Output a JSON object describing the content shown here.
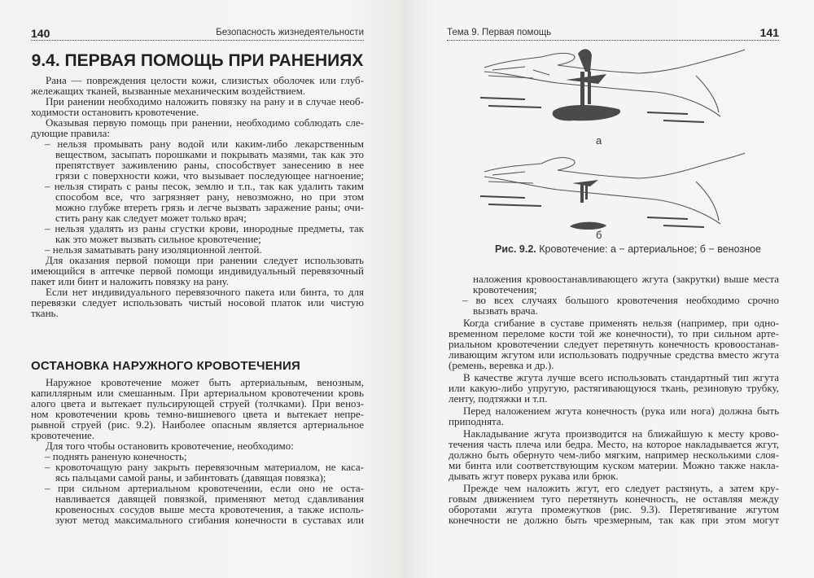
{
  "left_page": {
    "page_number": "140",
    "running_head": "Безопасность жизнедеятельности",
    "section_title": "9.4. ПЕРВАЯ ПОМОЩЬ ПРИ РАНЕНИЯХ",
    "block1": [
      {
        "t": "Рана — повреждения целости кожи, слизистых оболочек или глуб-",
        "k": "i"
      },
      {
        "t": "жележащих тканей, вызванные механическим воздействием.",
        "k": "n",
        "last": true
      },
      {
        "t": "При ранении необходимо наложить повязку на рану и в случае необ-",
        "k": "i"
      },
      {
        "t": "ходимости остановить кровотечение.",
        "k": "n",
        "last": true
      },
      {
        "t": "Оказывая первую помощь при ранении, необходимо соблюдать сле-",
        "k": "i"
      },
      {
        "t": "дующие правила:",
        "k": "n",
        "last": true
      },
      {
        "t": "– нельзя промывать рану водой или каким-либо лекарственным",
        "k": "d"
      },
      {
        "t": "веществом, засыпать порошками и покрывать мазями, так как это",
        "k": "h"
      },
      {
        "t": "препятствует заживлению раны, способствует занесению в нее",
        "k": "h"
      },
      {
        "t": "грязи с поверхности кожи, что вызывает последующее нагноение;",
        "k": "h"
      },
      {
        "t": "– нельзя стирать с раны песок, землю и т.п., так как удалить таким",
        "k": "d"
      },
      {
        "t": "способом все, что загрязняет рану, невозможно, но при этом",
        "k": "h"
      },
      {
        "t": "можно глубже втереть грязь и легче вызвать заражение раны; очи-",
        "k": "h"
      },
      {
        "t": "стить рану как следует может только врач;",
        "k": "h",
        "last": true
      },
      {
        "t": "– нельзя удалять из раны сгустки крови, инородные предметы, так",
        "k": "d"
      },
      {
        "t": "как это может вызвать сильное кровотечение;",
        "k": "h",
        "last": true
      },
      {
        "t": "– нельзя заматывать рану изоляционной лентой.",
        "k": "d",
        "last": true
      },
      {
        "t": "Для оказания первой помощи при ранении следует использовать",
        "k": "i"
      },
      {
        "t": "имеющийся в аптечке первой помощи индивидуальный перевязочный",
        "k": "n"
      },
      {
        "t": "пакет или бинт и наложить повязку на рану.",
        "k": "n",
        "last": true
      },
      {
        "t": "Если нет индивидуального перевязочного пакета или бинта, то для",
        "k": "i"
      },
      {
        "t": "перевязки следует использовать чистый носовой платок или чистую",
        "k": "n"
      },
      {
        "t": "ткань.",
        "k": "n",
        "last": true
      }
    ],
    "subsection_title": "ОСТАНОВКА НАРУЖНОГО КРОВОТЕЧЕНИЯ",
    "block2": [
      {
        "t": "Наружное кровотечение может быть артериальным, венозным,",
        "k": "i"
      },
      {
        "t": "капиллярным или смешанным. При артериальном кровотечении кровь",
        "k": "n"
      },
      {
        "t": "алого цвета и вытекает пульсирующей струей (толчками). При веноз-",
        "k": "n"
      },
      {
        "t": "ном кровотечении кровь темно-вишневого цвета и вытекает непре-",
        "k": "n"
      },
      {
        "t": "рывной струей (рис. 9.2). Наиболее опасным является артериальное",
        "k": "n"
      },
      {
        "t": "кровотечение.",
        "k": "n",
        "last": true
      },
      {
        "t": "Для того чтобы остановить кровотечение, необходимо:",
        "k": "i",
        "last": true
      },
      {
        "t": "– поднять раненую конечность;",
        "k": "d",
        "last": true
      },
      {
        "t": "– кровоточащую рану закрыть перевязочным материалом, не каса-",
        "k": "d"
      },
      {
        "t": "ясь пальцами самой раны, и забинтовать (давящая повязка);",
        "k": "h",
        "last": true
      },
      {
        "t": "– при сильном артериальном кровотечении, если оно не оста-",
        "k": "d"
      },
      {
        "t": "навливается давящей повязкой, применяют метод сдавливания",
        "k": "h"
      },
      {
        "t": "кровеносных сосудов выше места кровотечения, а также исполь-",
        "k": "h"
      },
      {
        "t": "зуют метод максимального сгибания конечности в суставах или",
        "k": "h"
      }
    ]
  },
  "right_page": {
    "page_number": "141",
    "running_head": "Тема 9. Первая помощь",
    "figure": {
      "label_a": "а",
      "label_b": "б",
      "caption_number": "Рис. 9.2.",
      "caption_text": "Кровотечение: а − артериальное; б − венозное",
      "blood_color": "#4a4a4a"
    },
    "block": [
      {
        "t": "наложения кровоостанавливающего жгута (закрутки) выше места",
        "k": "h"
      },
      {
        "t": "кровотечения;",
        "k": "h",
        "last": true
      },
      {
        "t": "– во всех случаях большого кровотечения необходимо срочно",
        "k": "d"
      },
      {
        "t": "вызвать врача.",
        "k": "h",
        "last": true
      },
      {
        "t": "Когда сгибание в суставе применять нельзя (например, при одно-",
        "k": "i"
      },
      {
        "t": "временном переломе кости той же конечности), то при сильном арте-",
        "k": "n"
      },
      {
        "t": "риальном кровотечении следует перетянуть конечность кровоостанав-",
        "k": "n"
      },
      {
        "t": "ливающим жгутом или использовать подручные средства вместо жгута",
        "k": "n"
      },
      {
        "t": "(ремень, веревка и др.).",
        "k": "n",
        "last": true
      },
      {
        "t": "В качестве жгута лучше всего использовать стандартный тип жгута",
        "k": "i"
      },
      {
        "t": "или какую-либо упругую, растягивающуюся ткань, резиновую трубку,",
        "k": "n"
      },
      {
        "t": "ленту, подтяжки и т.п.",
        "k": "n",
        "last": true
      },
      {
        "t": "Перед наложением жгута конечность (рука или нога) должна быть",
        "k": "i"
      },
      {
        "t": "приподнята.",
        "k": "n",
        "last": true
      },
      {
        "t": "Накладывание жгута производится на ближайшую к месту крово-",
        "k": "i"
      },
      {
        "t": "течения часть плеча или бедра. Место, на которое накладывается жгут,",
        "k": "n"
      },
      {
        "t": "должно быть обернуто чем-либо мягким, например несколькими слоя-",
        "k": "n"
      },
      {
        "t": "ми бинта или соответствующим куском материи. Можно также накла-",
        "k": "n"
      },
      {
        "t": "дывать жгут поверх рукава или брюк.",
        "k": "n",
        "last": true
      },
      {
        "t": "Прежде чем наложить жгут, его следует растянуть, а затем кру-",
        "k": "i"
      },
      {
        "t": "говым движением туго перетянуть конечность, не оставляя между",
        "k": "n"
      },
      {
        "t": "оборотами жгута промежутков (рис. 9.3). Перетягивание жгутом",
        "k": "n"
      },
      {
        "t": "конечности не должно быть чрезмерным, так как при этом могут",
        "k": "n"
      }
    ]
  }
}
